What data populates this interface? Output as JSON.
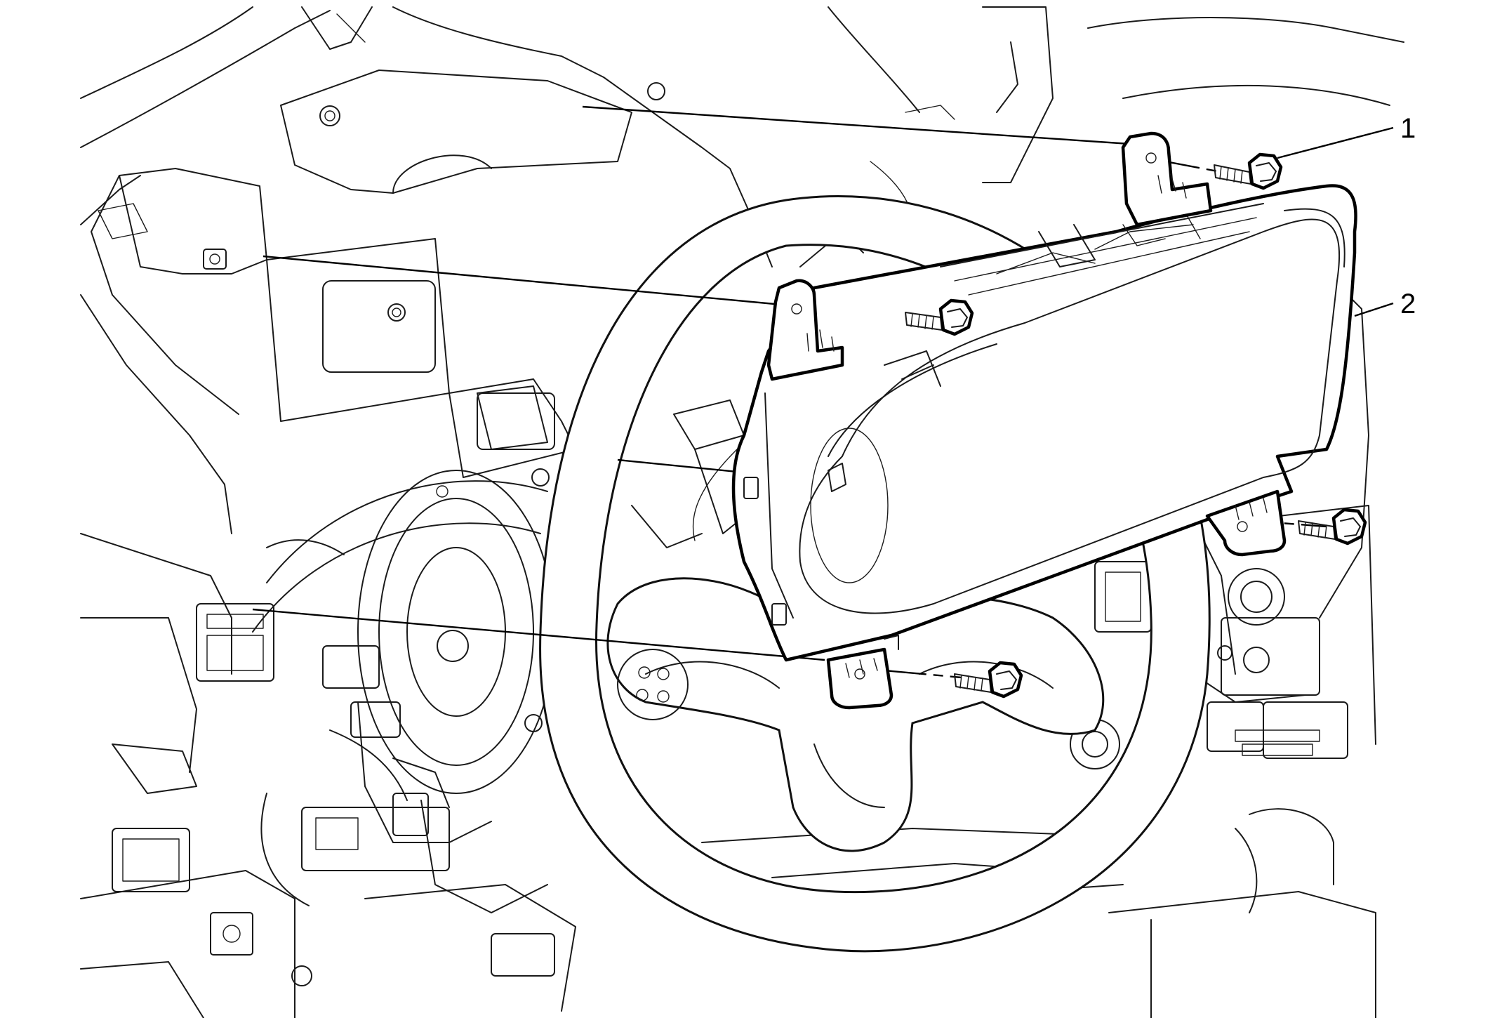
{
  "diagram": {
    "callouts": [
      {
        "label": "1",
        "part": "bolt"
      },
      {
        "label": "2",
        "part": "instrument-cluster"
      }
    ]
  }
}
